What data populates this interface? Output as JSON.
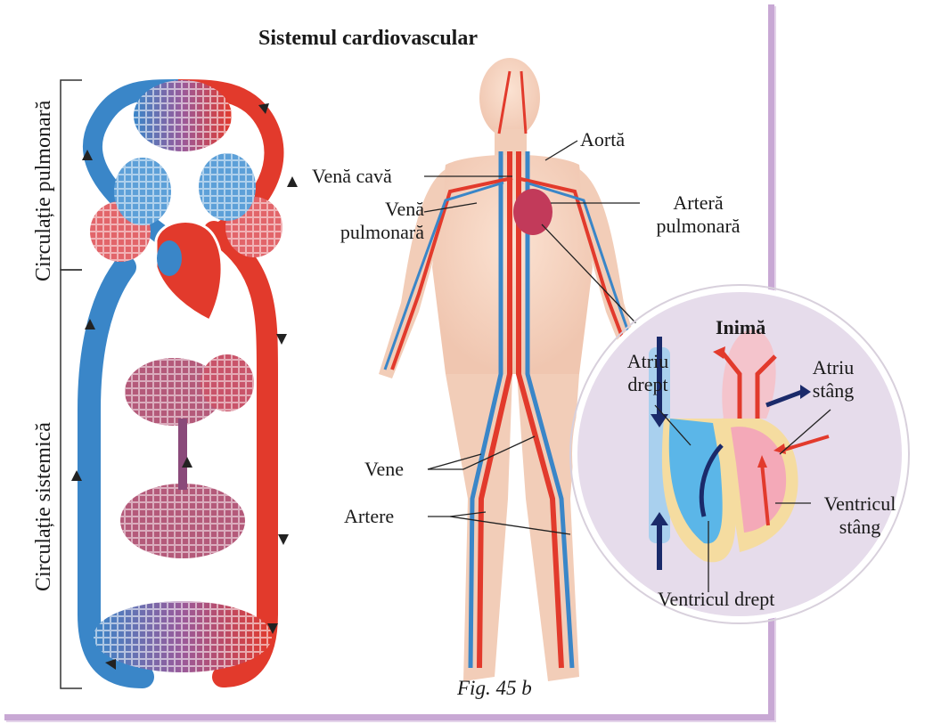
{
  "title": "Sistemul cardiovascular",
  "side_labels": {
    "pulmonary": "Circulație pulmonară",
    "systemic": "Circulație sistemică"
  },
  "body_labels": {
    "aorta": "Aortă",
    "vena_cava": "Venă cavă",
    "pulmonary_vein": [
      "Venă",
      "pulmonară"
    ],
    "pulmonary_artery": [
      "Arteră",
      "pulmonară"
    ],
    "veins": "Vene",
    "arteries": "Artere"
  },
  "heart": {
    "title": "Inimă",
    "right_atrium": [
      "Atriu",
      "drept"
    ],
    "left_atrium": [
      "Atriu",
      "stâng"
    ],
    "left_ventricle": [
      "Ventricul",
      "stâng"
    ],
    "right_ventricle": "Ventricul drept"
  },
  "caption": "Fig. 45 b",
  "colors": {
    "artery": "#e23a2c",
    "vein": "#3a86c8",
    "frame": "#c8a8d4",
    "heart_circle": "#e6dceb"
  }
}
